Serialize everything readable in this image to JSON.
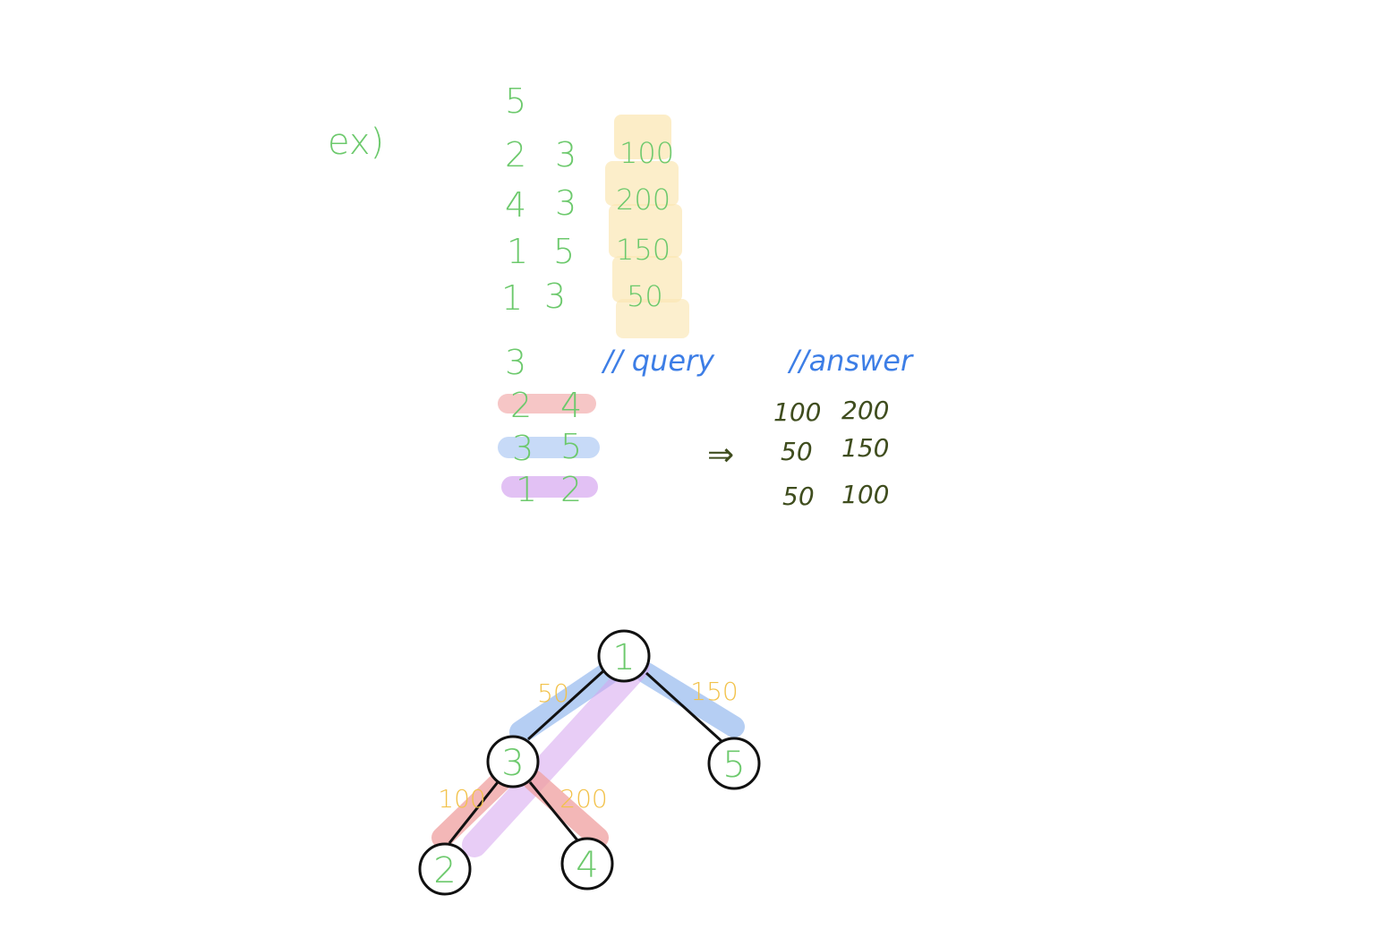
{
  "label": "ex)",
  "n": "5",
  "edges": [
    {
      "u": "2",
      "v": "3",
      "w": "100"
    },
    {
      "u": "4",
      "v": "3",
      "w": "200"
    },
    {
      "u": "1",
      "v": "5",
      "w": "150"
    },
    {
      "u": "1",
      "v": "3",
      "w": "50"
    }
  ],
  "query_count": "3",
  "query_comment": "// query",
  "answer_comment": "//answer",
  "arrow": "⇒",
  "queries": [
    {
      "a": "2",
      "b": "4",
      "highlight": "red"
    },
    {
      "a": "3",
      "b": "5",
      "highlight": "blue"
    },
    {
      "a": "1",
      "b": "2",
      "highlight": "purple"
    }
  ],
  "answers": [
    {
      "min": "100",
      "max": "200"
    },
    {
      "min": "50",
      "max": "150"
    },
    {
      "min": "50",
      "max": "100"
    }
  ],
  "tree": {
    "nodes": [
      "1",
      "3",
      "5",
      "2",
      "4"
    ],
    "edges": [
      {
        "from": "1",
        "to": "3",
        "weight": "50"
      },
      {
        "from": "1",
        "to": "5",
        "weight": "150"
      },
      {
        "from": "3",
        "to": "2",
        "weight": "100"
      },
      {
        "from": "3",
        "to": "4",
        "weight": "200"
      }
    ]
  },
  "colors": {
    "green_text": "#6cc96c",
    "blue_text": "#3d7ee6",
    "dark_olive": "#3f4d1e",
    "orange_weight": "#f2c24b",
    "yellow_highlight": "#fbe7b4",
    "red_highlight": "#f0a0a0",
    "blue_highlight": "#a9c6f2",
    "purple_highlight": "#d6a6f0",
    "node_stroke": "#111111"
  }
}
